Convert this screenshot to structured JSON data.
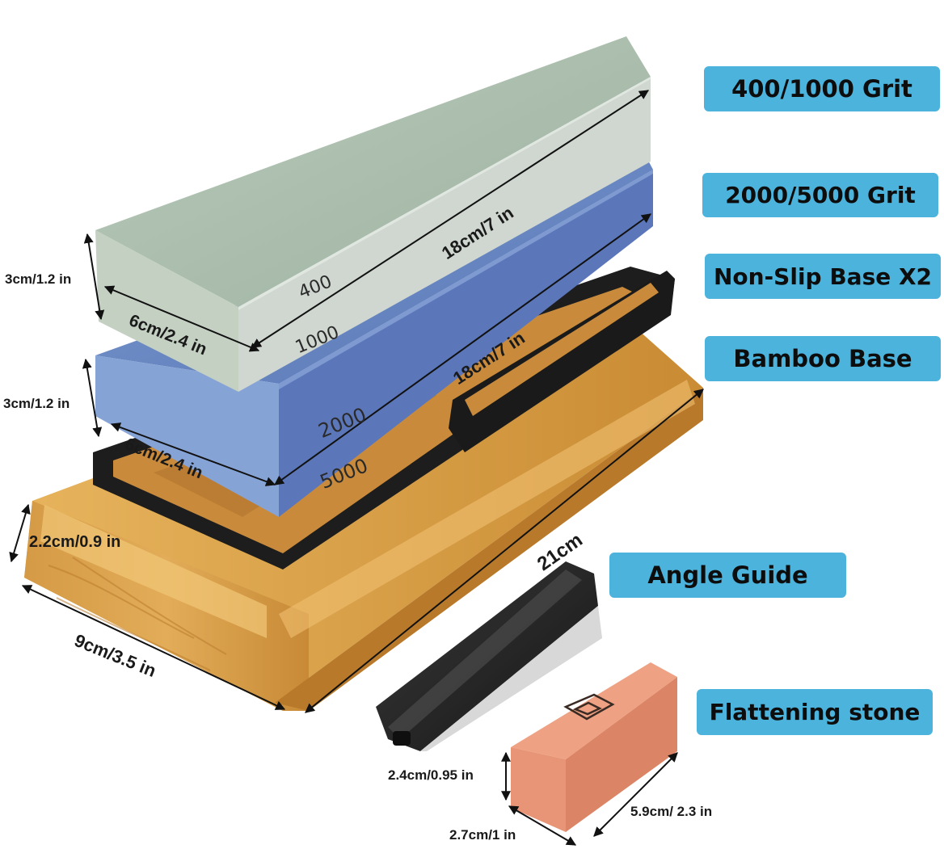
{
  "labels": {
    "grit_400_1000": "400/1000 Grit",
    "grit_2000_5000": "2000/5000 Grit",
    "non_slip_base": "Non-Slip Base X2",
    "bamboo_base": "Bamboo Base",
    "angle_guide": "Angle Guide",
    "flattening_stone": "Flattening stone"
  },
  "stone_marks": {
    "top_upper": "400",
    "top_lower": "1000",
    "bottom_upper": "2000",
    "bottom_lower": "5000"
  },
  "dimensions": {
    "green_length": "18cm/7 in",
    "green_width": "6cm/2.4 in",
    "green_height": "3cm/1.2 in",
    "blue_length": "18cm/7 in",
    "blue_width": "6cm/2.4 in",
    "blue_height": "3cm/1.2 in",
    "bamboo_height": "2.2cm/0.9 in",
    "bamboo_width": "9cm/3.5 in",
    "bamboo_length": "21cm",
    "guide_height": "2.4cm/0.95 in",
    "flatten_width": "2.7cm/1 in",
    "flatten_length": "5.9cm/ 2.3 in"
  },
  "colors": {
    "label_bg": "#4bb3dc",
    "green_stone": "#a9bfae",
    "blue_stone": "#6f8fc8",
    "bamboo": "#d9a24a",
    "flatten_stone": "#e79a7a",
    "rubber_base": "#1e1e1e"
  }
}
